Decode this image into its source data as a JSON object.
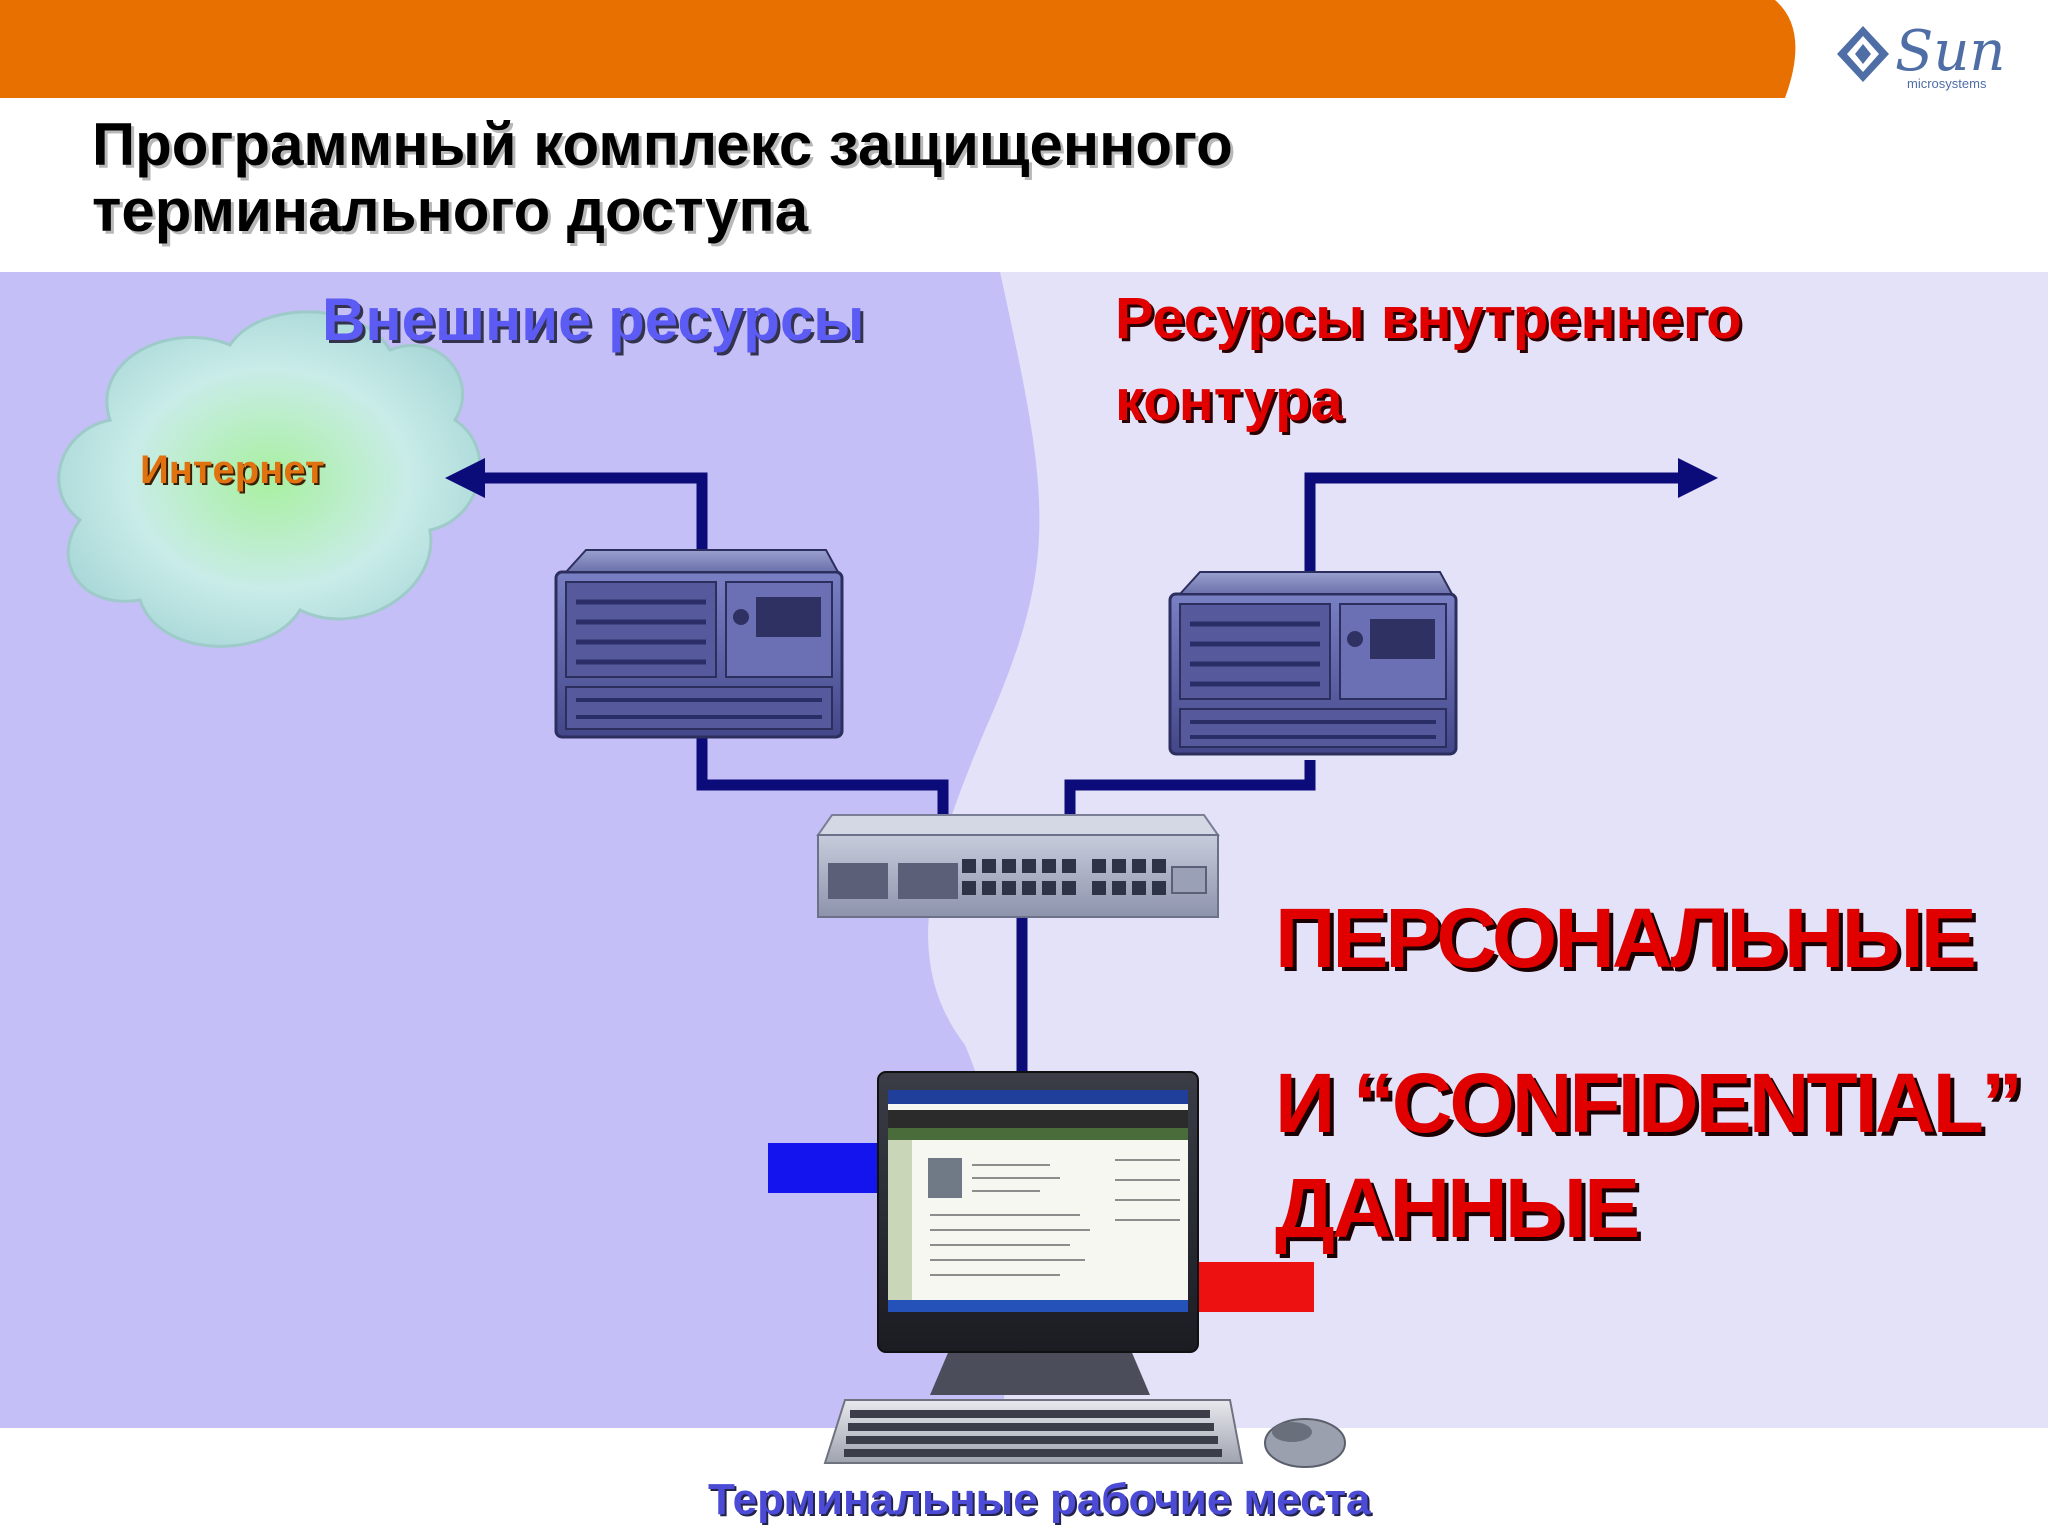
{
  "title": {
    "line1": "Программный комплекс защищенного",
    "line2": "терминального доступа"
  },
  "external": {
    "heading": "Внешние ресурсы",
    "cloud_label": "Интернет"
  },
  "internal": {
    "heading_line1": "Ресурсы внутреннего",
    "heading_line2": "контура"
  },
  "personal_data": {
    "line1": "ПЕРСОНАЛЬНЫЕ",
    "line2": "И  “CONFIDENTIAL”",
    "line3": "ДАННЫЕ"
  },
  "footer": {
    "label": "Терминальные рабочие места"
  },
  "logo": {
    "text": "Sun",
    "sub": "microsystems"
  },
  "colors": {
    "top_band": "#e87000",
    "external_zone": "#c4bff7",
    "internal_zone": "#e3e2f9",
    "link_line": "#0b0b7a",
    "external_marker": "#1414ee",
    "internal_marker": "#ee1111"
  },
  "icons": [
    "sun-logo-icon",
    "cloud-icon",
    "server-icon",
    "network-switch-icon",
    "monitor-icon",
    "keyboard-icon",
    "mouse-icon"
  ]
}
